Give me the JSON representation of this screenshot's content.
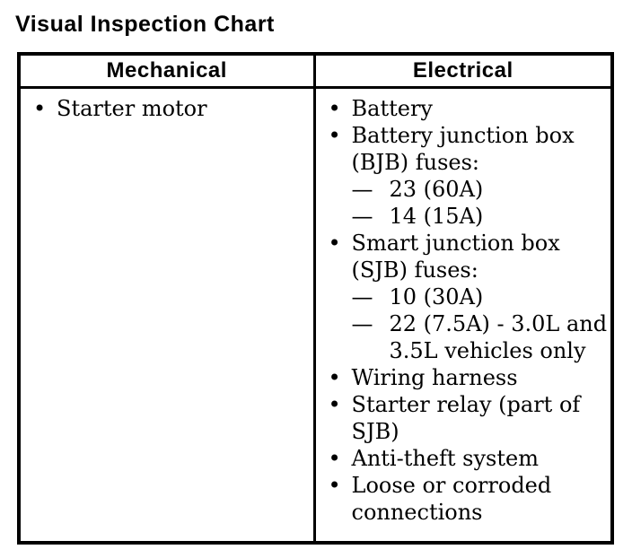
{
  "page": {
    "title": "Visual Inspection Chart"
  },
  "icons": {
    "bullet": "•",
    "dash": "—"
  },
  "table": {
    "columns": [
      {
        "header": "Mechanical"
      },
      {
        "header": "Electrical"
      }
    ],
    "mechanical": {
      "items": [
        {
          "text": "Starter motor"
        }
      ]
    },
    "electrical": {
      "items": [
        {
          "text": "Battery"
        },
        {
          "text": "Battery junction box (BJB) fuses:",
          "subitems": [
            "23 (60A)",
            "14 (15A)"
          ]
        },
        {
          "text": "Smart junction box (SJB) fuses:",
          "subitems": [
            "10 (30A)",
            "22 (7.5A) - 3.0L and 3.5L vehicles only"
          ]
        },
        {
          "text": "Wiring harness"
        },
        {
          "text": "Starter relay (part of SJB)"
        },
        {
          "text": "Anti-theft system"
        },
        {
          "text": "Loose or corroded connections"
        }
      ]
    }
  }
}
